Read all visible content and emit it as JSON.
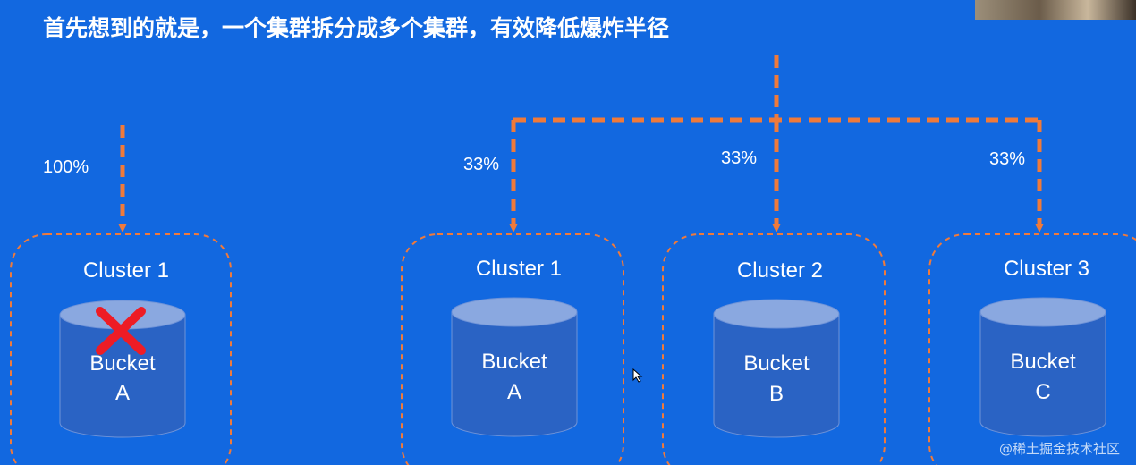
{
  "headline": "首先想到的就是，一个集群拆分成多个集群，有效降低爆炸半径",
  "watermark": "@稀土掘金技术社区",
  "colors": {
    "background": "#1268e0",
    "arrow": "#f07a3a",
    "box_border": "#f07a3a",
    "cylinder_body": "#2a63c4",
    "cylinder_top": "#8aa8e0",
    "fail_mark": "#ee1c25"
  },
  "left": {
    "percent": "100%",
    "cluster": {
      "title": "Cluster 1",
      "bucket": "Bucket",
      "bucket_id": "A",
      "failed": true
    }
  },
  "right": {
    "clusters": [
      {
        "title": "Cluster 1",
        "bucket": "Bucket",
        "bucket_id": "A",
        "percent": "33%"
      },
      {
        "title": "Cluster 2",
        "bucket": "Bucket",
        "bucket_id": "B",
        "percent": "33%"
      },
      {
        "title": "Cluster 3",
        "bucket": "Bucket",
        "bucket_id": "C",
        "percent": "33%"
      }
    ]
  }
}
